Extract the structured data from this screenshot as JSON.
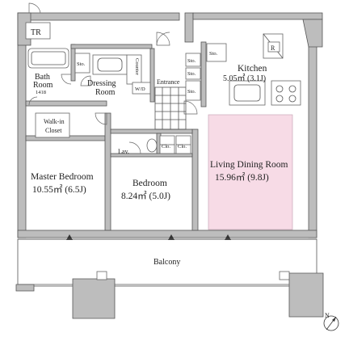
{
  "rooms": {
    "tr": "TR",
    "bath": "Bath",
    "bath2": "Room",
    "bath_code": "1418",
    "dressing": "Dressing",
    "dressing2": "Room",
    "entrance": "Entrance",
    "kitchen": "Kitchen",
    "kitchen_area": "5.05㎡ (3.1J)",
    "walkin": "Walk-in",
    "walkin2": "Closet",
    "master": "Master Bedroom",
    "master_area": "10.55㎡ (6.5J)",
    "bedroom": "Bedroom",
    "bedroom_area": "8.24㎡ (5.0J)",
    "ldr": "Living Dining Room",
    "ldr_area": "15.96㎡ (9.8J)",
    "lav": "Lav.",
    "balcony": "Balcony"
  },
  "fixtures": {
    "sto": "Sto.",
    "wd": "W/D",
    "counter": "Counter",
    "clo": "Clo.",
    "r": "R",
    "north": "N"
  },
  "colors": {
    "wall": "#bdbdbd",
    "ldr_fill": "#f7dbe6",
    "ldr_edge": "#c9a9b8",
    "line": "#555555"
  }
}
